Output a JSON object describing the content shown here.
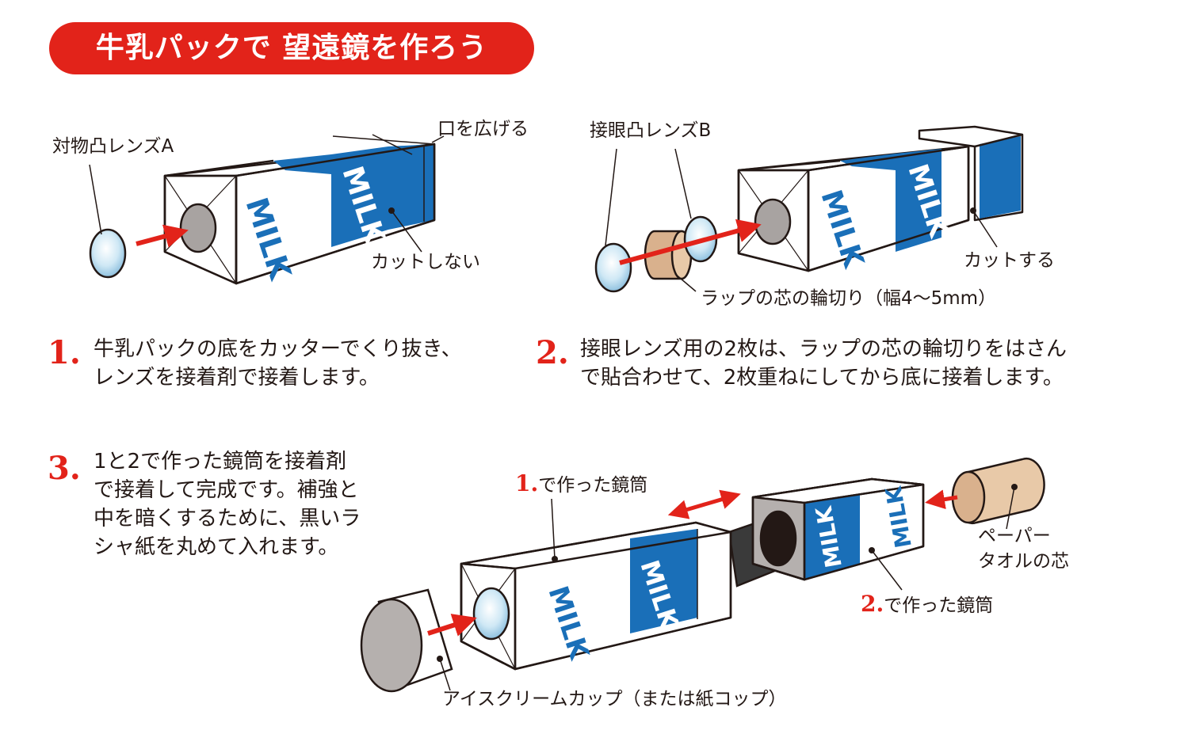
{
  "title": "牛乳パックで 望遠鏡を作ろう",
  "colors": {
    "accent": "#e2231a",
    "brand_blue": "#1a6fb8",
    "carton_white": "#ffffff",
    "tube_tan": "#e8c9a8",
    "cup_gray": "#b5b0ae"
  },
  "milk_text": "MILK",
  "panel1": {
    "label_lens_a": "対物凸レンズA",
    "label_open_mouth": "口を広げる",
    "label_no_cut": "カットしない"
  },
  "panel2": {
    "label_lens_b": "接眼凸レンズB",
    "label_cut": "カットする",
    "label_wrap_ring": "ラップの芯の輪切り（幅4～5mm）"
  },
  "steps": [
    {
      "num": "1.",
      "lines": [
        "牛乳パックの底をカッターでくり抜き、",
        "レンズを接着剤で接着します。"
      ]
    },
    {
      "num": "2.",
      "lines": [
        "接眼レンズ用の2枚は、ラップの芯の輪切りをはさん",
        "で貼合わせて、2枚重ねにしてから底に接着します。"
      ]
    },
    {
      "num": "3.",
      "lines": [
        "1と2で作った鏡筒を接着剤",
        "で接着して完成です。補強と",
        "中を暗くするために、黒いラ",
        "シャ紙を丸めて入れます。"
      ]
    }
  ],
  "panel3": {
    "tube1_num": "1.",
    "tube1_text": "で作った鏡筒",
    "tube2_num": "2.",
    "tube2_text": "で作った鏡筒",
    "paper_towel_line1": "ペーパー",
    "paper_towel_line2": "タオルの芯",
    "cup_label": "アイスクリームカップ（または紙コップ）"
  }
}
